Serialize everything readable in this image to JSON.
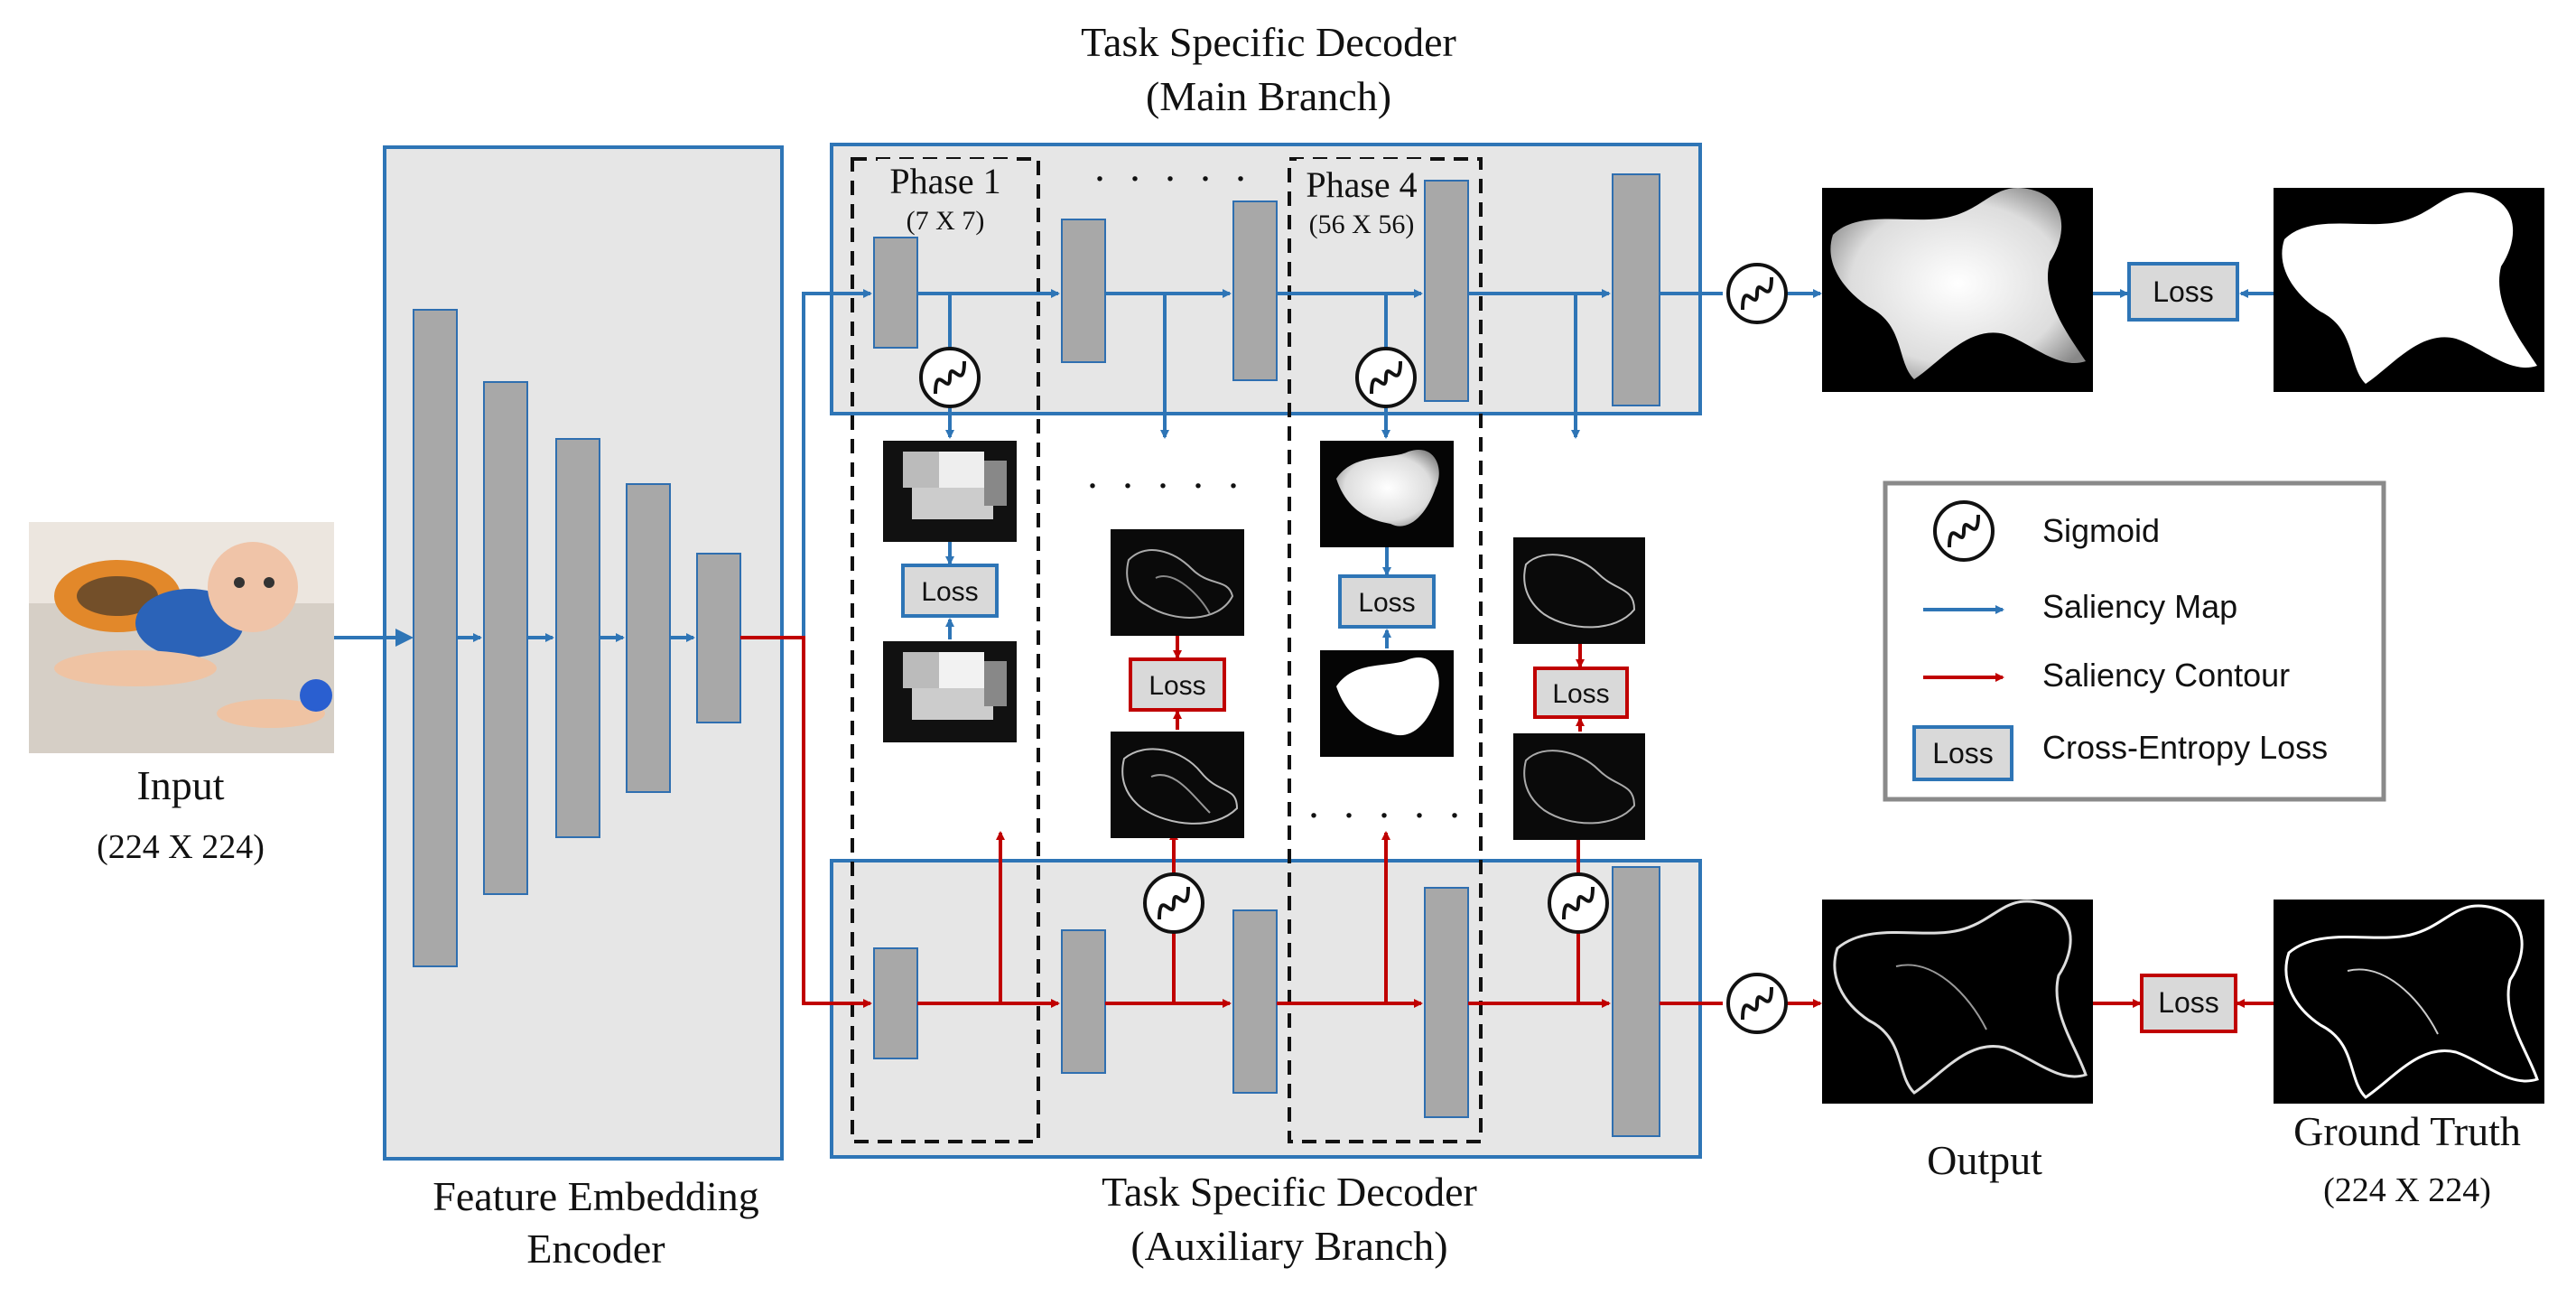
{
  "encoder": {
    "title_line1": "Feature Embedding",
    "title_line2": "Encoder"
  },
  "main_branch": {
    "title_line1": "Task Specific Decoder",
    "title_line2": "(Main Branch)"
  },
  "aux_branch": {
    "title_line1": "Task Specific Decoder",
    "title_line2": "(Auxiliary Branch)"
  },
  "phase1": {
    "label": "Phase 1",
    "size": "(7 X 7)"
  },
  "phase4": {
    "label": "Phase 4",
    "size": "(56 X 56)"
  },
  "input": {
    "label": "Input",
    "size": "(224 X 224)"
  },
  "output": {
    "label": "Output"
  },
  "ground_truth": {
    "label": "Ground Truth",
    "size": "(224 X 224)"
  },
  "loss_label": "Loss",
  "ellipsis": ". . . . .",
  "legend": {
    "sigmoid": "Sigmoid",
    "saliency_map": "Saliency Map",
    "saliency_contour": "Saliency Contour",
    "loss_box": "Loss",
    "cross_entropy": "Cross-Entropy Loss"
  },
  "colors": {
    "map_arrow": "#2e75b6",
    "contour_arrow": "#c00000",
    "panel_fill": "#e6e6e6",
    "block_fill": "#a8a8a8"
  },
  "icons": [
    "sigmoid-icon",
    "baby-photo",
    "saliency-map-image",
    "saliency-contour-image"
  ]
}
